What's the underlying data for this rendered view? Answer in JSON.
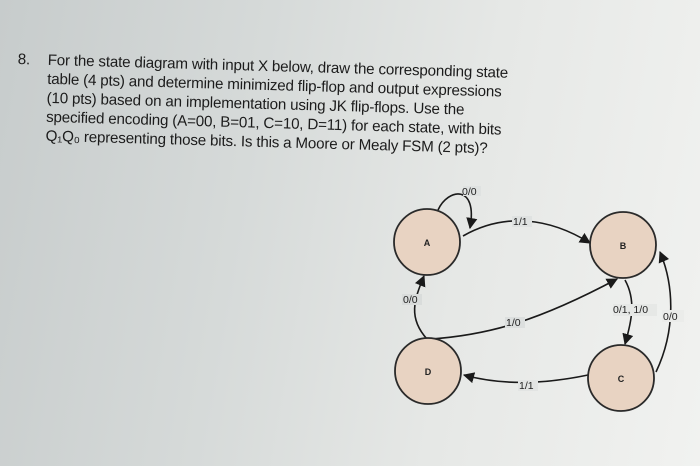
{
  "question": {
    "number": "8.",
    "lines": [
      "For the state diagram with input X below, draw the corresponding state",
      "table (4 pts) and determine minimized flip-flop and output expressions",
      "(10 pts) based on an implementation using  JK flip-flops.  Use the",
      "specified encoding (A=00, B=01, C=10, D=11) for each state, with bits",
      "Q₁Q₀ representing those bits. Is this a Moore or Mealy FSM (2 pts)?"
    ]
  },
  "diagram": {
    "state_fill": "#e8d3c2",
    "state_stroke": "#2a2a2a",
    "states": [
      {
        "id": "A",
        "label": "A",
        "encoding": "00"
      },
      {
        "id": "B",
        "label": "B",
        "encoding": "01"
      },
      {
        "id": "C",
        "label": "C",
        "encoding": "10"
      },
      {
        "id": "D",
        "label": "D",
        "encoding": "11"
      }
    ],
    "transitions": [
      {
        "from": "A",
        "to": "A",
        "label": "0/0"
      },
      {
        "from": "A",
        "to": "B",
        "label": "1/1"
      },
      {
        "from": "B",
        "to": "C",
        "label": "0/1, 1/0"
      },
      {
        "from": "C",
        "to": "B",
        "label": "0/0"
      },
      {
        "from": "C",
        "to": "D",
        "label": "1/1"
      },
      {
        "from": "D",
        "to": "A",
        "label": "0/0"
      },
      {
        "from": "D",
        "to": "B",
        "label": "1/0"
      }
    ]
  }
}
